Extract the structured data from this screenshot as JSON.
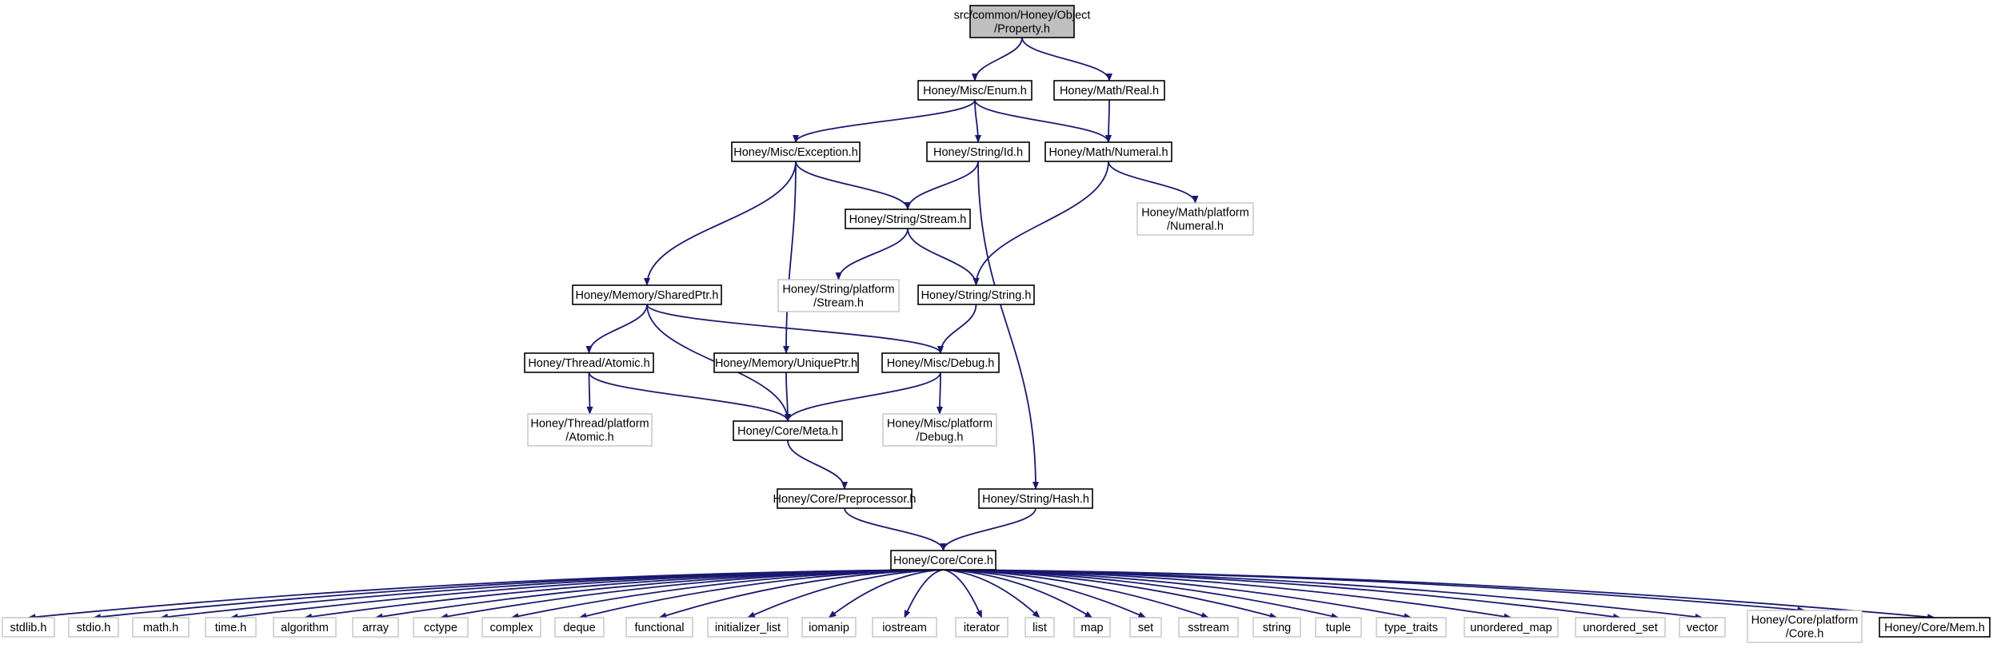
{
  "edge_color": "#191970",
  "root_fill": "#bfbfbf",
  "external_border": "#bfbfbf",
  "nodes": [
    {
      "id": "property",
      "lines": [
        "src/common/Honey/Object",
        "/Property.h"
      ],
      "kind": "root"
    },
    {
      "id": "enum",
      "lines": [
        "Honey/Misc/Enum.h"
      ],
      "kind": "header"
    },
    {
      "id": "real",
      "lines": [
        "Honey/Math/Real.h"
      ],
      "kind": "header"
    },
    {
      "id": "exception",
      "lines": [
        "Honey/Misc/Exception.h"
      ],
      "kind": "header"
    },
    {
      "id": "string_id",
      "lines": [
        "Honey/String/Id.h"
      ],
      "kind": "header"
    },
    {
      "id": "numeral",
      "lines": [
        "Honey/Math/Numeral.h"
      ],
      "kind": "header"
    },
    {
      "id": "numeral_platform",
      "lines": [
        "Honey/Math/platform",
        "/Numeral.h"
      ],
      "kind": "external"
    },
    {
      "id": "stream",
      "lines": [
        "Honey/String/Stream.h"
      ],
      "kind": "header"
    },
    {
      "id": "stream_platform",
      "lines": [
        "Honey/String/platform",
        "/Stream.h"
      ],
      "kind": "external"
    },
    {
      "id": "sharedptr",
      "lines": [
        "Honey/Memory/SharedPtr.h"
      ],
      "kind": "header"
    },
    {
      "id": "string_string",
      "lines": [
        "Honey/String/String.h"
      ],
      "kind": "header"
    },
    {
      "id": "atomic",
      "lines": [
        "Honey/Thread/Atomic.h"
      ],
      "kind": "header"
    },
    {
      "id": "uniqueptr",
      "lines": [
        "Honey/Memory/UniquePtr.h"
      ],
      "kind": "header"
    },
    {
      "id": "debug",
      "lines": [
        "Honey/Misc/Debug.h"
      ],
      "kind": "header"
    },
    {
      "id": "atomic_platform",
      "lines": [
        "Honey/Thread/platform",
        "/Atomic.h"
      ],
      "kind": "external"
    },
    {
      "id": "meta",
      "lines": [
        "Honey/Core/Meta.h"
      ],
      "kind": "header"
    },
    {
      "id": "debug_platform",
      "lines": [
        "Honey/Misc/platform",
        "/Debug.h"
      ],
      "kind": "external"
    },
    {
      "id": "preprocessor",
      "lines": [
        "Honey/Core/Preprocessor.h"
      ],
      "kind": "header"
    },
    {
      "id": "hash",
      "lines": [
        "Honey/String/Hash.h"
      ],
      "kind": "header"
    },
    {
      "id": "core",
      "lines": [
        "Honey/Core/Core.h"
      ],
      "kind": "header"
    },
    {
      "id": "stdlib",
      "lines": [
        "stdlib.h"
      ],
      "kind": "external"
    },
    {
      "id": "stdio",
      "lines": [
        "stdio.h"
      ],
      "kind": "external"
    },
    {
      "id": "math",
      "lines": [
        "math.h"
      ],
      "kind": "external"
    },
    {
      "id": "time",
      "lines": [
        "time.h"
      ],
      "kind": "external"
    },
    {
      "id": "algorithm",
      "lines": [
        "algorithm"
      ],
      "kind": "external"
    },
    {
      "id": "array",
      "lines": [
        "array"
      ],
      "kind": "external"
    },
    {
      "id": "cctype",
      "lines": [
        "cctype"
      ],
      "kind": "external"
    },
    {
      "id": "complex",
      "lines": [
        "complex"
      ],
      "kind": "external"
    },
    {
      "id": "deque",
      "lines": [
        "deque"
      ],
      "kind": "external"
    },
    {
      "id": "functional",
      "lines": [
        "functional"
      ],
      "kind": "external"
    },
    {
      "id": "initializer_list",
      "lines": [
        "initializer_list"
      ],
      "kind": "external"
    },
    {
      "id": "iomanip",
      "lines": [
        "iomanip"
      ],
      "kind": "external"
    },
    {
      "id": "iostream",
      "lines": [
        "iostream"
      ],
      "kind": "external"
    },
    {
      "id": "iterator",
      "lines": [
        "iterator"
      ],
      "kind": "external"
    },
    {
      "id": "list",
      "lines": [
        "list"
      ],
      "kind": "external"
    },
    {
      "id": "map",
      "lines": [
        "map"
      ],
      "kind": "external"
    },
    {
      "id": "set",
      "lines": [
        "set"
      ],
      "kind": "external"
    },
    {
      "id": "sstream",
      "lines": [
        "sstream"
      ],
      "kind": "external"
    },
    {
      "id": "string",
      "lines": [
        "string"
      ],
      "kind": "external"
    },
    {
      "id": "tuple",
      "lines": [
        "tuple"
      ],
      "kind": "external"
    },
    {
      "id": "type_traits",
      "lines": [
        "type_traits"
      ],
      "kind": "external"
    },
    {
      "id": "unordered_map",
      "lines": [
        "unordered_map"
      ],
      "kind": "external"
    },
    {
      "id": "unordered_set",
      "lines": [
        "unordered_set"
      ],
      "kind": "external"
    },
    {
      "id": "vector",
      "lines": [
        "vector"
      ],
      "kind": "external"
    },
    {
      "id": "core_platform",
      "lines": [
        "Honey/Core/platform",
        "/Core.h"
      ],
      "kind": "external"
    },
    {
      "id": "mem",
      "lines": [
        "Honey/Core/Mem.h"
      ],
      "kind": "header"
    }
  ],
  "edges": [
    [
      "property",
      "enum"
    ],
    [
      "property",
      "real"
    ],
    [
      "enum",
      "exception"
    ],
    [
      "enum",
      "string_id"
    ],
    [
      "enum",
      "numeral"
    ],
    [
      "real",
      "numeral"
    ],
    [
      "exception",
      "stream"
    ],
    [
      "exception",
      "sharedptr"
    ],
    [
      "exception",
      "uniqueptr"
    ],
    [
      "string_id",
      "stream"
    ],
    [
      "string_id",
      "hash"
    ],
    [
      "numeral",
      "numeral_platform"
    ],
    [
      "numeral",
      "string_string"
    ],
    [
      "stream",
      "stream_platform"
    ],
    [
      "stream",
      "string_string"
    ],
    [
      "sharedptr",
      "atomic"
    ],
    [
      "sharedptr",
      "meta"
    ],
    [
      "sharedptr",
      "debug"
    ],
    [
      "string_string",
      "debug"
    ],
    [
      "atomic",
      "atomic_platform"
    ],
    [
      "atomic",
      "meta"
    ],
    [
      "uniqueptr",
      "meta"
    ],
    [
      "debug",
      "meta"
    ],
    [
      "debug",
      "debug_platform"
    ],
    [
      "meta",
      "preprocessor"
    ],
    [
      "preprocessor",
      "core"
    ],
    [
      "hash",
      "core"
    ],
    [
      "core",
      "stdlib"
    ],
    [
      "core",
      "stdio"
    ],
    [
      "core",
      "math"
    ],
    [
      "core",
      "time"
    ],
    [
      "core",
      "algorithm"
    ],
    [
      "core",
      "array"
    ],
    [
      "core",
      "cctype"
    ],
    [
      "core",
      "complex"
    ],
    [
      "core",
      "deque"
    ],
    [
      "core",
      "functional"
    ],
    [
      "core",
      "initializer_list"
    ],
    [
      "core",
      "iomanip"
    ],
    [
      "core",
      "iostream"
    ],
    [
      "core",
      "iterator"
    ],
    [
      "core",
      "list"
    ],
    [
      "core",
      "map"
    ],
    [
      "core",
      "set"
    ],
    [
      "core",
      "sstream"
    ],
    [
      "core",
      "string"
    ],
    [
      "core",
      "tuple"
    ],
    [
      "core",
      "type_traits"
    ],
    [
      "core",
      "unordered_map"
    ],
    [
      "core",
      "unordered_set"
    ],
    [
      "core",
      "vector"
    ],
    [
      "core",
      "core_platform"
    ],
    [
      "core",
      "mem"
    ]
  ]
}
